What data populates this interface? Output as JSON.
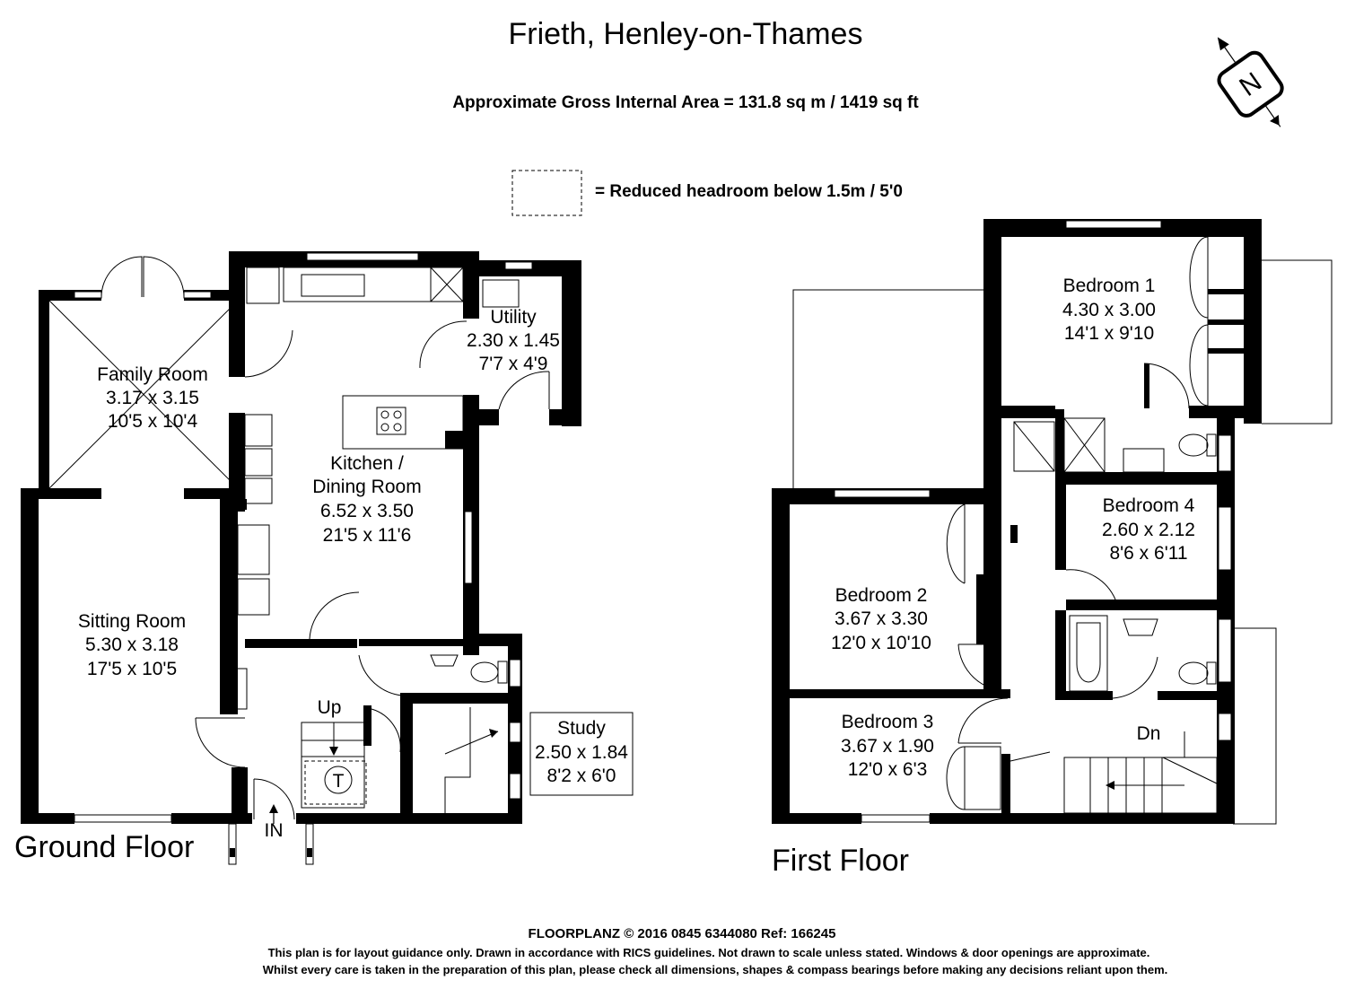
{
  "header": {
    "title": "Frieth, Henley-on-Thames",
    "area": "Approximate Gross Internal Area = 131.8 sq m / 1419 sq ft",
    "legend": "= Reduced headroom below 1.5m / 5'0"
  },
  "compass": {
    "letter": "N"
  },
  "ground_floor": {
    "label": "Ground Floor",
    "rooms": [
      {
        "name": "Family Room",
        "metric": "3.17 x 3.15",
        "imperial": "10'5 x 10'4"
      },
      {
        "name": "Kitchen /",
        "name2": "Dining Room",
        "metric": "6.52 x 3.50",
        "imperial": "21'5 x 11'6"
      },
      {
        "name": "Utility",
        "metric": "2.30 x 1.45",
        "imperial": "7'7 x 4'9"
      },
      {
        "name": "Sitting Room",
        "metric": "5.30 x 3.18",
        "imperial": "17'5 x 10'5"
      },
      {
        "name": "Study",
        "metric": "2.50 x 1.84",
        "imperial": "8'2 x 6'0"
      }
    ],
    "up_label": "Up",
    "in_label": "IN",
    "tank_label": "T"
  },
  "first_floor": {
    "label": "First Floor",
    "rooms": [
      {
        "name": "Bedroom 1",
        "metric": "4.30 x 3.00",
        "imperial": "14'1 x 9'10"
      },
      {
        "name": "Bedroom 2",
        "metric": "3.67 x 3.30",
        "imperial": "12'0 x 10'10"
      },
      {
        "name": "Bedroom 3",
        "metric": "3.67 x 1.90",
        "imperial": "12'0 x 6'3"
      },
      {
        "name": "Bedroom 4",
        "metric": "2.60 x 2.12",
        "imperial": "8'6 x 6'11"
      }
    ],
    "dn_label": "Dn"
  },
  "footer": {
    "credit": "FLOORPLANZ © 2016   0845 6344080   Ref: 166245",
    "line1": "This plan is for layout guidance only. Drawn in accordance with RICS guidelines. Not drawn to scale unless stated. Windows & door openings are approximate.",
    "line2": "Whilst every care is taken in the preparation of this plan, please check all dimensions, shapes & compass bearings before making any decisions reliant upon them."
  }
}
